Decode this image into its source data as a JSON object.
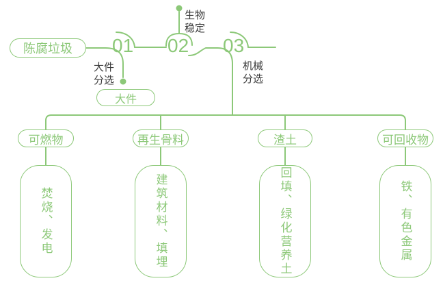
{
  "colors": {
    "green": "#8CC878",
    "dark_text": "#3B3B3B",
    "background": "#FFFFFF"
  },
  "flow": {
    "source": "陈腐垃圾",
    "steps": [
      {
        "number": "01",
        "label": "大件分选",
        "output": "大件"
      },
      {
        "number": "02",
        "label": "生物稳定"
      },
      {
        "number": "03",
        "label": "机械分选"
      }
    ]
  },
  "branches": [
    {
      "category": "可燃物",
      "products": "焚烧、发电"
    },
    {
      "category": "再生骨料",
      "products": "建筑材料、填埋"
    },
    {
      "category": "渣土",
      "products": "回填、绿化营养土"
    },
    {
      "category": "可回收物",
      "products": "铁、有色金属"
    }
  ]
}
